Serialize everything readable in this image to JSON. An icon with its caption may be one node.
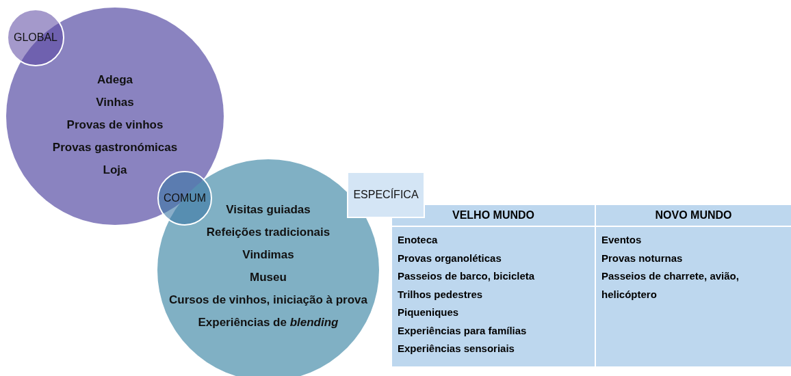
{
  "diagram": {
    "nodes": [
      {
        "text": [
          "GLOBAL"
        ]
      },
      {
        "text": [
          "Adega",
          "Vinhas",
          "Provas de vinhos",
          "Provas gastronómicas",
          "Loja"
        ]
      },
      {
        "text": [
          "COMUM"
        ]
      },
      {
        "text": [
          "Visitas guiadas",
          "Refeições tradicionais",
          "Vindimas",
          "Museu",
          "Cursos de vinhos, iniciação à prova",
          "Experiências de *blending*"
        ]
      },
      {
        "text": [
          "ESPECÍFICA"
        ]
      }
    ],
    "edges": [],
    "labels": [
      "VELHO MUNDO",
      "NOVO MUNDO",
      "Enoteca",
      "Provas organoléticas",
      "Passeios de barco, bicicleta",
      "Trilhos pedestres",
      "Piqueniques",
      "Experiências para famílias",
      "Experiências sensoriais",
      "Eventos",
      "Provas noturnas",
      "Passeios de charrete, avião, helicóptero"
    ]
  }
}
